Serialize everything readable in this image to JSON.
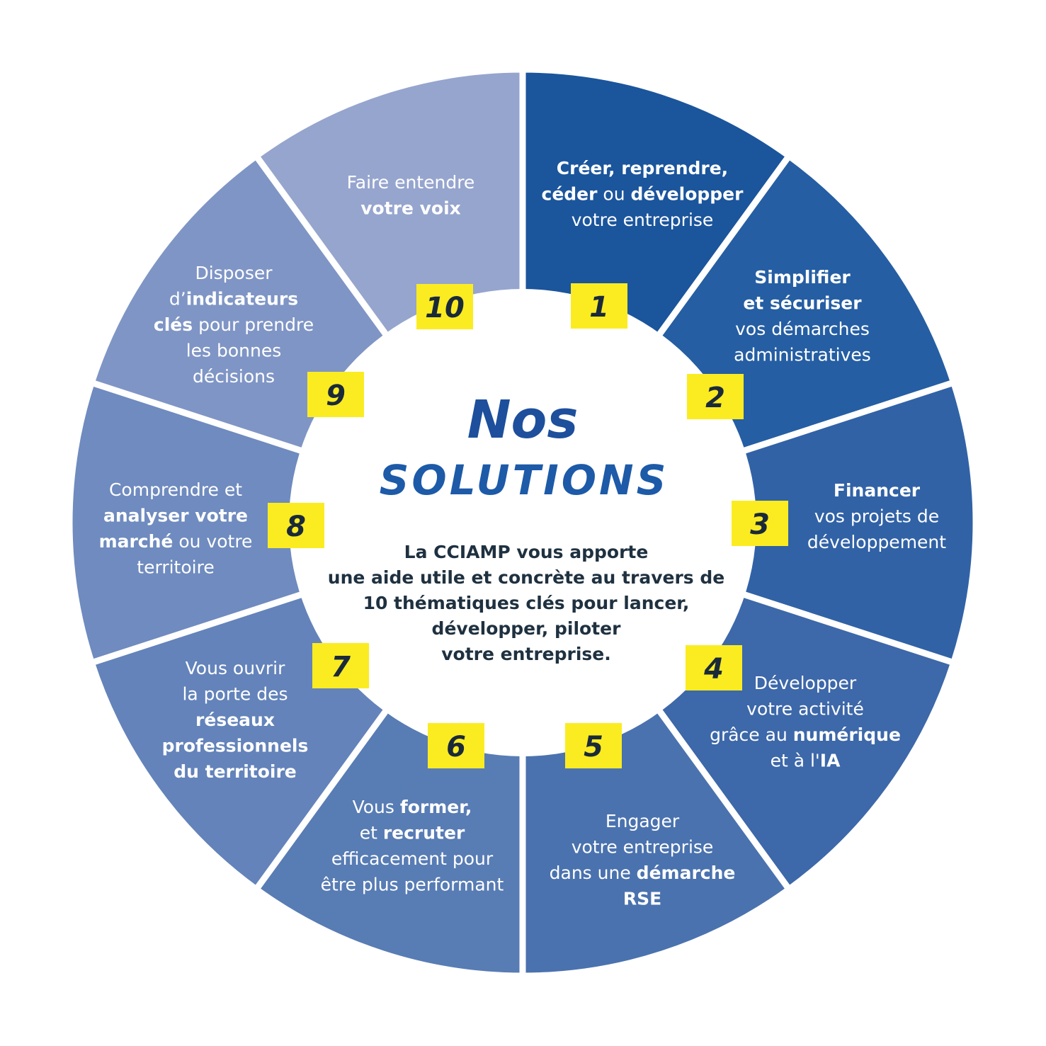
{
  "title": {
    "line1": "Nos",
    "line2": "SOLUTIONS"
  },
  "description": [
    "La CCIAMP vous apporte",
    "une aide utile et concrète au travers de",
    "10 thématiques clés pour lancer,",
    "développer, piloter",
    "votre entreprise."
  ],
  "colors": {
    "title": "#1d4f9c",
    "badge": "#fbec21",
    "badge_text": "#1a2a3a",
    "center": "#ffffff"
  },
  "segments": [
    {
      "number": "1",
      "color": "#1b559c",
      "lines": [
        [
          {
            "t": "Créer, reprendre,",
            "b": true
          }
        ],
        [
          {
            "t": "céder",
            "b": true
          },
          {
            "t": " ou ",
            "b": false
          },
          {
            "t": "développer",
            "b": true
          }
        ],
        [
          {
            "t": "votre entreprise",
            "b": false
          }
        ]
      ]
    },
    {
      "number": "2",
      "color": "#255ea3",
      "lines": [
        [
          {
            "t": "Simplifier",
            "b": true
          }
        ],
        [
          {
            "t": "et sécuriser",
            "b": true
          }
        ],
        [
          {
            "t": "vos démarches",
            "b": false
          }
        ],
        [
          {
            "t": "administratives",
            "b": false
          }
        ]
      ]
    },
    {
      "number": "3",
      "color": "#3162a6",
      "lines": [
        [
          {
            "t": "Financer",
            "b": true
          }
        ],
        [
          {
            "t": "vos projets de",
            "b": false
          }
        ],
        [
          {
            "t": "développement",
            "b": false
          }
        ]
      ]
    },
    {
      "number": "4",
      "color": "#3d68a9",
      "lines": [
        [
          {
            "t": "Développer",
            "b": false
          }
        ],
        [
          {
            "t": "votre activité",
            "b": false
          }
        ],
        [
          {
            "t": "grâce au ",
            "b": false
          },
          {
            "t": "numérique",
            "b": true
          }
        ],
        [
          {
            "t": "et à l'",
            "b": false
          },
          {
            "t": "IA",
            "b": true
          }
        ]
      ]
    },
    {
      "number": "5",
      "color": "#4a72ae",
      "lines": [
        [
          {
            "t": "Engager",
            "b": false
          }
        ],
        [
          {
            "t": "votre entreprise",
            "b": false
          }
        ],
        [
          {
            "t": "dans une ",
            "b": false
          },
          {
            "t": "démarche",
            "b": true
          }
        ],
        [
          {
            "t": "RSE",
            "b": true
          }
        ]
      ]
    },
    {
      "number": "6",
      "color": "#587cb4",
      "lines": [
        [
          {
            "t": "Vous ",
            "b": false
          },
          {
            "t": "former,",
            "b": true
          }
        ],
        [
          {
            "t": "et ",
            "b": false
          },
          {
            "t": "recruter",
            "b": true
          }
        ],
        [
          {
            "t": "efficacement pour",
            "b": false
          }
        ],
        [
          {
            "t": "être plus performant",
            "b": false
          }
        ]
      ]
    },
    {
      "number": "7",
      "color": "#6383ba",
      "lines": [
        [
          {
            "t": "Vous ouvrir",
            "b": false
          }
        ],
        [
          {
            "t": "la porte des",
            "b": false
          }
        ],
        [
          {
            "t": "réseaux",
            "b": true
          }
        ],
        [
          {
            "t": "professionnels",
            "b": true
          }
        ],
        [
          {
            "t": "du territoire",
            "b": true
          }
        ]
      ]
    },
    {
      "number": "8",
      "color": "#6f8bbf",
      "lines": [
        [
          {
            "t": "Comprendre et",
            "b": false
          }
        ],
        [
          {
            "t": "analyser votre",
            "b": true
          }
        ],
        [
          {
            "t": "marché",
            "b": true
          },
          {
            "t": " ou votre",
            "b": false
          }
        ],
        [
          {
            "t": "territoire",
            "b": false
          }
        ]
      ]
    },
    {
      "number": "9",
      "color": "#7f95c5",
      "lines": [
        [
          {
            "t": "Disposer",
            "b": false
          }
        ],
        [
          {
            "t": "d’",
            "b": false
          },
          {
            "t": "indicateurs",
            "b": true
          }
        ],
        [
          {
            "t": "clés",
            "b": true
          },
          {
            "t": " pour prendre",
            "b": false
          }
        ],
        [
          {
            "t": "les bonnes",
            "b": false
          }
        ],
        [
          {
            "t": "décisions",
            "b": false
          }
        ]
      ]
    },
    {
      "number": "10",
      "color": "#96a5ce",
      "lines": [
        [
          {
            "t": "Faire entendre",
            "b": false
          }
        ],
        [
          {
            "t": "votre voix",
            "b": true
          }
        ]
      ]
    }
  ]
}
